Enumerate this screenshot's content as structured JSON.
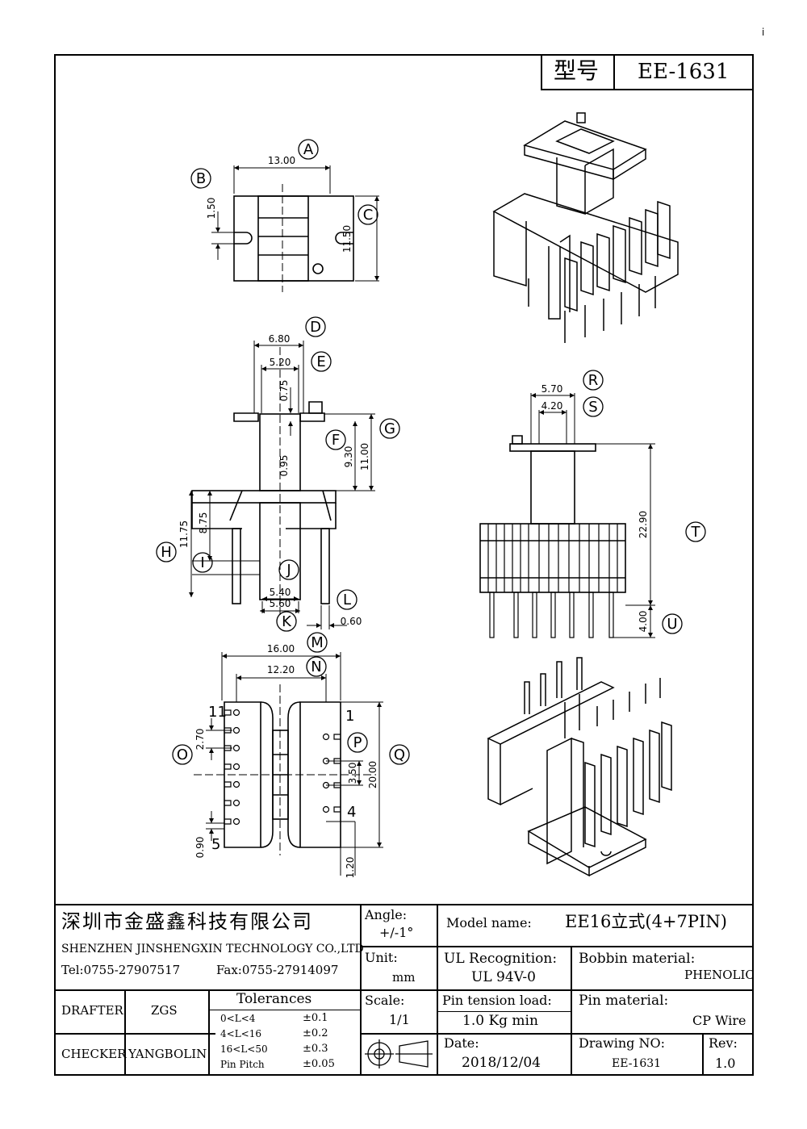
{
  "header": {
    "model_label": "型号",
    "model_value": "EE-1631"
  },
  "corner_mark": "i",
  "views": {
    "top": {
      "labels": [
        "A",
        "B",
        "C"
      ],
      "dims": [
        "13.00",
        "1.50",
        "11.50"
      ]
    },
    "side": {
      "labels": [
        "D",
        "E",
        "F",
        "G",
        "H",
        "I",
        "J",
        "K",
        "L"
      ],
      "dims": [
        "6.80",
        "5.20",
        "0.75",
        "0.95",
        "9.30",
        "11.00",
        "11.75",
        "8.75",
        "5.40",
        "5.60",
        "0.60"
      ]
    },
    "front": {
      "labels": [
        "R",
        "S",
        "T",
        "U"
      ],
      "dims": [
        "5.70",
        "4.20",
        "22.90",
        "4.00"
      ]
    },
    "bottom": {
      "labels": [
        "M",
        "N",
        "O",
        "P",
        "Q"
      ],
      "dims": [
        "16.00",
        "12.20",
        "2.70",
        "3.50",
        "20.00",
        "0.90",
        "1.20"
      ],
      "pin_numbers": [
        "11",
        "5",
        "1",
        "4"
      ]
    }
  },
  "title_block": {
    "company_cn": "深圳市金盛鑫科技有限公司",
    "company_en": "SHENZHEN JINSHENGXIN TECHNOLOGY CO.,LTD",
    "tel": "Tel:0755-27907517",
    "fax": "Fax:0755-27914097",
    "angle_label": "Angle:",
    "angle_value": "+/-1°",
    "unit_label": "Unit:",
    "unit_value": "mm",
    "scale_label": "Scale:",
    "scale_value": "1/1",
    "model_name_label": "Model name:",
    "model_name_value": "EE16立式(4+7PIN)",
    "ul_label": "UL Recognition:",
    "ul_value": "UL 94V-0",
    "bobbin_label": "Bobbin material:",
    "bobbin_value": "PHENOLIC",
    "pin_tension_label": "Pin tension load:",
    "pin_tension_value": "1.0 Kg min",
    "pin_material_label": "Pin material:",
    "pin_material_value": "CP Wire",
    "date_label": "Date:",
    "date_value": "2018/12/04",
    "drawing_no_label": "Drawing NO:",
    "drawing_no_value": "EE-1631",
    "rev_label": "Rev:",
    "rev_value": "1.0",
    "drafter_label": "DRAFTER",
    "drafter_value": "ZGS",
    "checker_label": "CHECKER",
    "checker_value": "YANGBOLIN",
    "tolerances_title": "Tolerances",
    "tolerances": [
      {
        "range": "0<L<4",
        "value": "±0.1"
      },
      {
        "range": "4<L<16",
        "value": "±0.2"
      },
      {
        "range": "16<L<50",
        "value": "±0.3"
      },
      {
        "range": "Pin Pitch",
        "value": "±0.05"
      }
    ]
  }
}
